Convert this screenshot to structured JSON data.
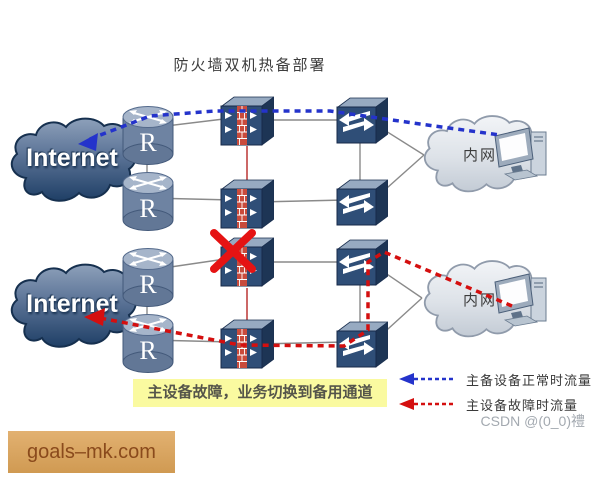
{
  "title": "防火墙双机热备部署",
  "labels": {
    "internet": "Internet",
    "intranet": "内网",
    "router": "R"
  },
  "note": "主设备故障，业务切换到备用通道",
  "legend": {
    "normal": "主备设备正常时流量",
    "failure": "主设备故障时流量"
  },
  "watermark": "CSDN @(0_0)禮",
  "footer": "goals–mk.com",
  "colors": {
    "normal_flow": "#2433CB",
    "failure_flow": "#D40F0F",
    "heartbeat_link": "#BF4341",
    "wire": "#8A8A8A",
    "note_bg": "#FAFAA0",
    "footer_bg": "#D5A158",
    "footer_text": "#8A4A1C"
  }
}
